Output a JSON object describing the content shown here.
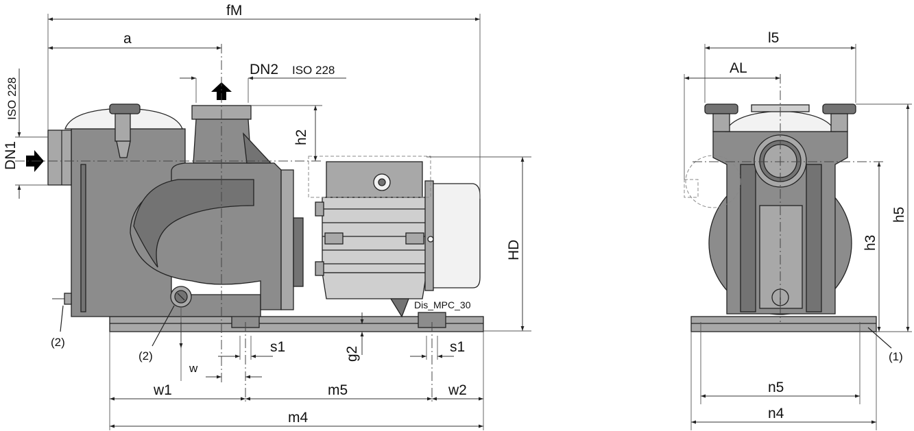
{
  "labels": {
    "fM": "fM",
    "a": "a",
    "DN2": "DN2",
    "iso228_top": "ISO 228",
    "DN1": "DN1",
    "iso228_side": "ISO 228",
    "h2": "h2",
    "HD": "HD",
    "drawing_id": "Dis_MPC_30",
    "note2_left": "(2)",
    "note2_drain": "(2)",
    "w": "w",
    "s1_left": "s1",
    "s1_right": "s1",
    "g2": "g2",
    "w1": "w1",
    "m5": "m5",
    "w2": "w2",
    "m4": "m4",
    "l5": "l5",
    "AL": "AL",
    "h5": "h5",
    "h3": "h3",
    "n5": "n5",
    "n4": "n4",
    "note1": "(1)"
  }
}
